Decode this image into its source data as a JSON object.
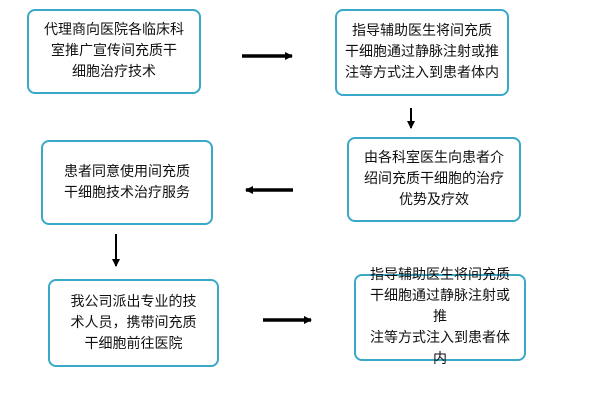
{
  "nodes": {
    "n1": [
      "代理商向医院各临床科",
      "室推广宣传间充质干",
      "细胞治疗技术"
    ],
    "n2": [
      "指导辅助医生将间充质",
      "干细胞通过静脉注射或推",
      "注等方式注入到患者体内"
    ],
    "n3": [
      "由各科室医生向患者介",
      "绍间充质干细胞的治疗",
      "优势及疗效"
    ],
    "n4": [
      "患者同意使用间充质",
      "干细胞技术治疗服务"
    ],
    "n5": [
      "我公司派出专业的技",
      "术人员，携带间充质",
      "干细胞前往医院"
    ],
    "n6": [
      "指导辅助医生将间充质",
      "干细胞通过静脉注射或推",
      "注等方式注入到患者体内"
    ]
  },
  "colors": {
    "border": "#39a9c7",
    "arrow": "#000000",
    "text": "#111111"
  }
}
